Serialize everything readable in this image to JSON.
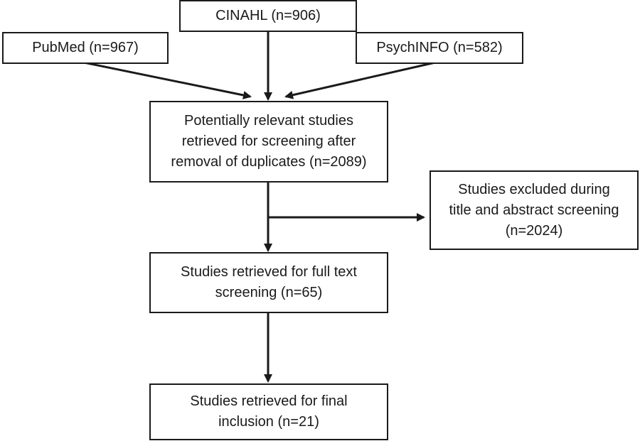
{
  "flowchart": {
    "sources": {
      "cinahl": "CINAHL (n=906)",
      "pubmed": "PubMed (n=967)",
      "psychinfo": "PsychINFO (n=582)"
    },
    "screening": "Potentially relevant studies\nretrieved for screening after\nremoval of duplicates (n=2089)",
    "excluded": "Studies excluded during\ntitle and abstract screening\n(n=2024)",
    "full_text": "Studies retrieved for full text\nscreening (n=65)",
    "final": "Studies retrieved for final\ninclusion (n=21)"
  },
  "colors": {
    "stroke": "#1a1a1a",
    "background": "#ffffff"
  }
}
